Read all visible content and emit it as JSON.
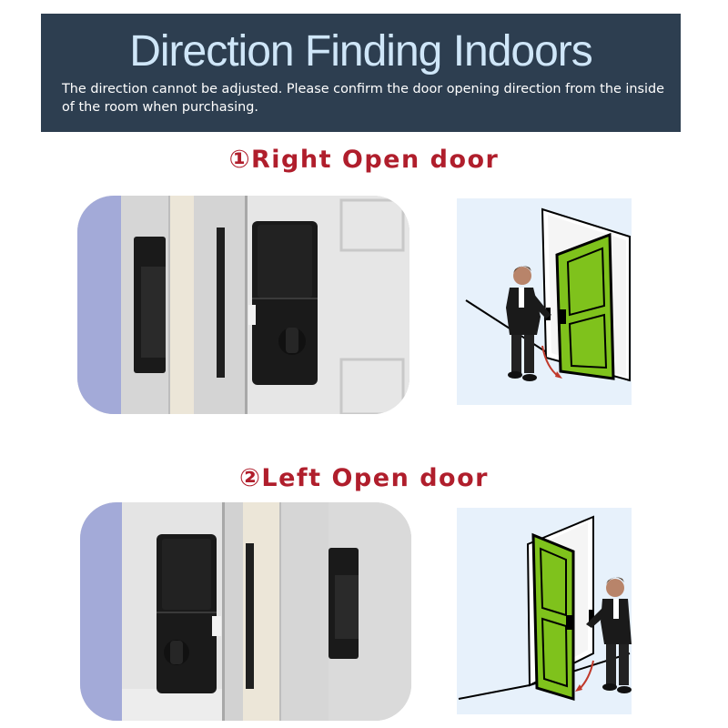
{
  "banner": {
    "title": "Direction Finding Indoors",
    "subtitle": "The direction cannot be adjusted. Please confirm the door opening direction from the inside of the room when purchasing."
  },
  "sections": [
    {
      "heading": "①Right Open door",
      "photo_icon": "door-lock-right-photo-icon",
      "illustration_icon": "person-right-door-illustration-icon"
    },
    {
      "heading": "②Left Open door",
      "photo_icon": "door-lock-left-photo-icon",
      "illustration_icon": "person-left-door-illustration-icon"
    }
  ],
  "colors": {
    "banner_bg": "#2d3e50",
    "title_text": "#cfe6f8",
    "heading_red": "#b01e2c",
    "door_green": "#7fc21c",
    "lock_black": "#1a1a1a",
    "frame_purple": "#a3aad8",
    "illustration_bg": "#e7f1fb"
  }
}
